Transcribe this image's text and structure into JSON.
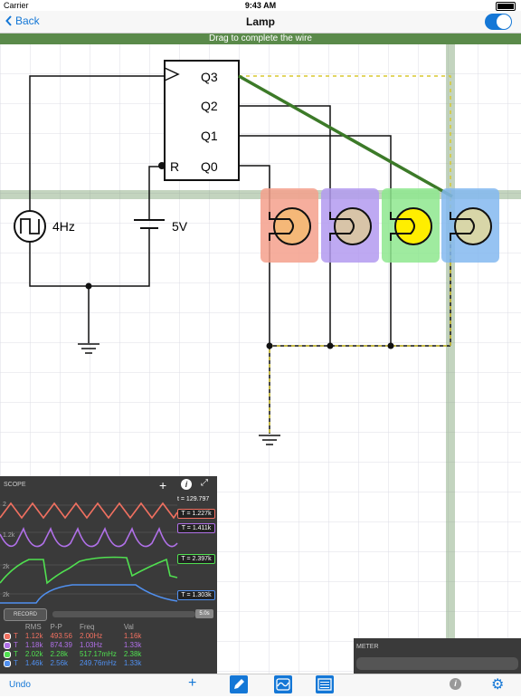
{
  "status_bar": {
    "carrier": "Carrier",
    "time": "9:43 AM"
  },
  "nav": {
    "back_label": "Back",
    "title": "Lamp",
    "toggle_on": true
  },
  "banner": {
    "text": "Drag to complete the wire"
  },
  "circuit": {
    "counter_labels": {
      "q3": "Q3",
      "q2": "Q2",
      "q1": "Q1",
      "q0": "Q0",
      "reset": "R"
    },
    "source_label": "4Hz",
    "battery_label": "5V",
    "lamps": [
      {
        "highlight": "#f4a08c",
        "bulb": "#f5b878"
      },
      {
        "highlight": "#b39af0",
        "bulb": "#d8c4a8"
      },
      {
        "highlight": "#8ee88e",
        "bulb": "#ffee00"
      },
      {
        "highlight": "#84b8f0",
        "bulb": "#d8d6a8"
      }
    ]
  },
  "scope": {
    "title": "SCOPE",
    "time_readout": "t = 129.797",
    "traces": [
      {
        "color": "#f07060",
        "axis_label": "2",
        "period": "T = 1.227k"
      },
      {
        "color": "#b070e8",
        "axis_label": "1.2k",
        "period": "T = 1.411k"
      },
      {
        "color": "#50e050",
        "axis_label": "2k",
        "period": "T = 2.397k"
      },
      {
        "color": "#5090f0",
        "axis_label": "2k",
        "period": "T = 1.303k"
      }
    ],
    "record_label": "RECORD",
    "record_time": "5.0s",
    "table": {
      "headers": [
        "",
        "RMS",
        "P-P",
        "Freq",
        "Val"
      ],
      "rows": [
        {
          "name": "T",
          "color": "#f07060",
          "rms": "1.12k",
          "pp": "493.56",
          "freq": "2.00Hz",
          "val": "1.16k"
        },
        {
          "name": "T",
          "color": "#b070e8",
          "rms": "1.18k",
          "pp": "874.39",
          "freq": "1.03Hz",
          "val": "1.33k"
        },
        {
          "name": "T",
          "color": "#50e050",
          "rms": "2.02k",
          "pp": "2.28k",
          "freq": "517.17mHz",
          "val": "2.38k"
        },
        {
          "name": "T",
          "color": "#5090f0",
          "rms": "1.46k",
          "pp": "2.56k",
          "freq": "249.76mHz",
          "val": "1.33k"
        }
      ]
    }
  },
  "meter": {
    "title": "METER"
  },
  "toolbar": {
    "undo_label": "Undo"
  }
}
